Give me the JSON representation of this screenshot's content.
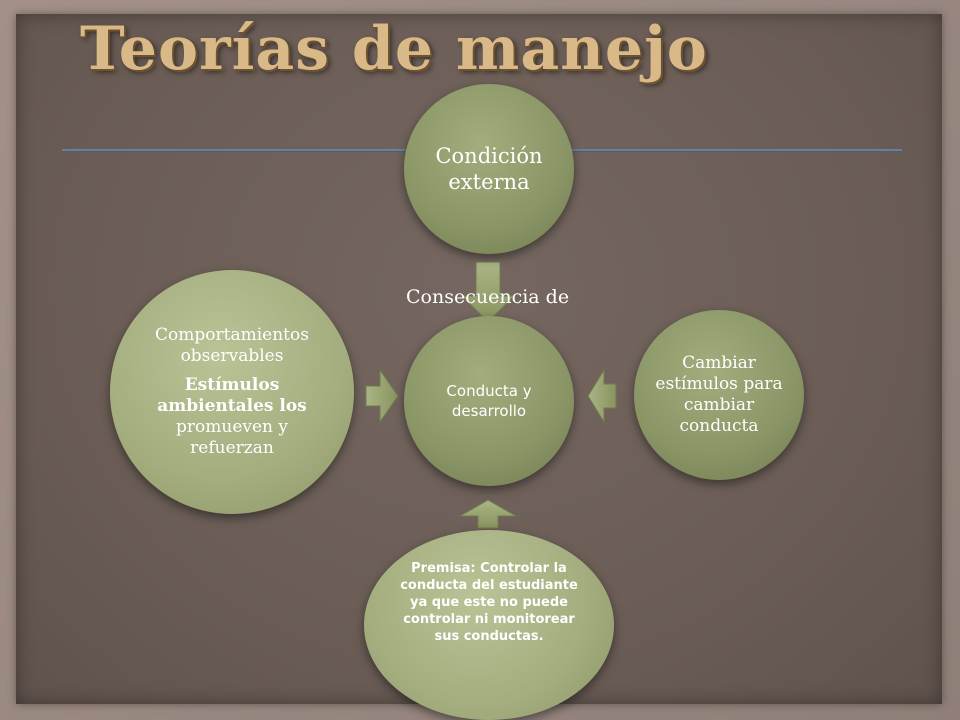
{
  "title": "Teorías de manejo",
  "nodes": {
    "top": "Condición externa",
    "center": "Conducta y desarrollo",
    "left_line1": "Comportamientos observables",
    "left_bold": "Estímulos ambientales los",
    "left_rest": "promueven y refuerzan",
    "right": "Cambiar estímulos para cambiar conducta",
    "bottom": "Premisa: Controlar la conducta del estudiante ya que este no puede controlar ni monitorear sus conductas."
  },
  "label": "Consecuencia de",
  "colors": {
    "title": "#d9b987",
    "node_fill": "#8a9566",
    "node_fill_light": "#a3ad7e",
    "arrow": "#98a573",
    "background": "#6b5d56"
  }
}
